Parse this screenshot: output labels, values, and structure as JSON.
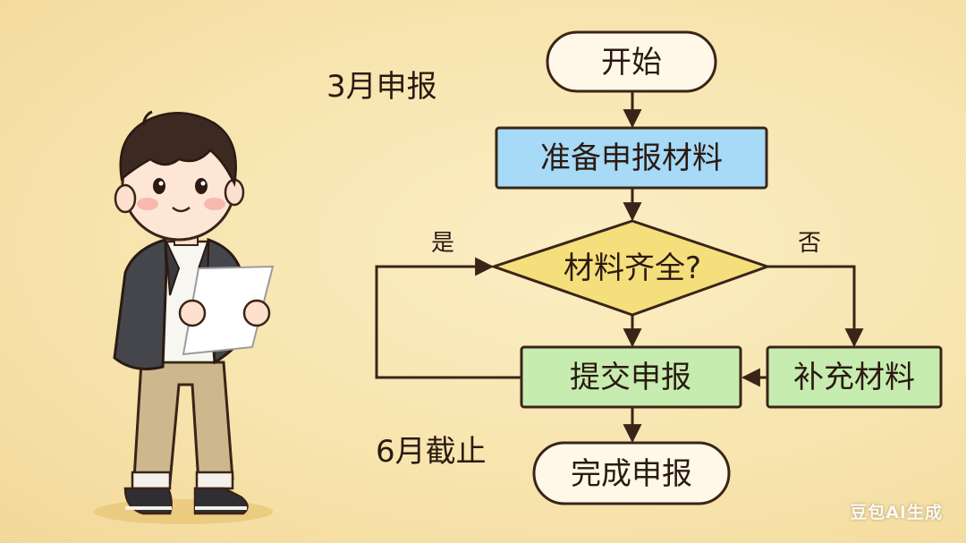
{
  "diagram": {
    "nodes": {
      "start": "开始",
      "prepare": "准备申报材料",
      "check": "材料齐全?",
      "submit": "提交申报",
      "supplement": "补充材料",
      "complete": "完成申报"
    },
    "edge_labels": {
      "yes": "是",
      "no": "否"
    },
    "timeline": {
      "start_note": "3月申报",
      "end_note": "6月截止"
    },
    "colors": {
      "prepare_fill": "#a6daf6",
      "check_fill": "#f4df7c",
      "submit_fill": "#c7ecb0",
      "supplement_fill": "#c7ecb0",
      "terminal_fill": "#fff8e8",
      "stroke": "#3a2418"
    }
  },
  "illustration": {
    "subject": "boy-reading-paper"
  },
  "watermark": "豆包AI生成"
}
